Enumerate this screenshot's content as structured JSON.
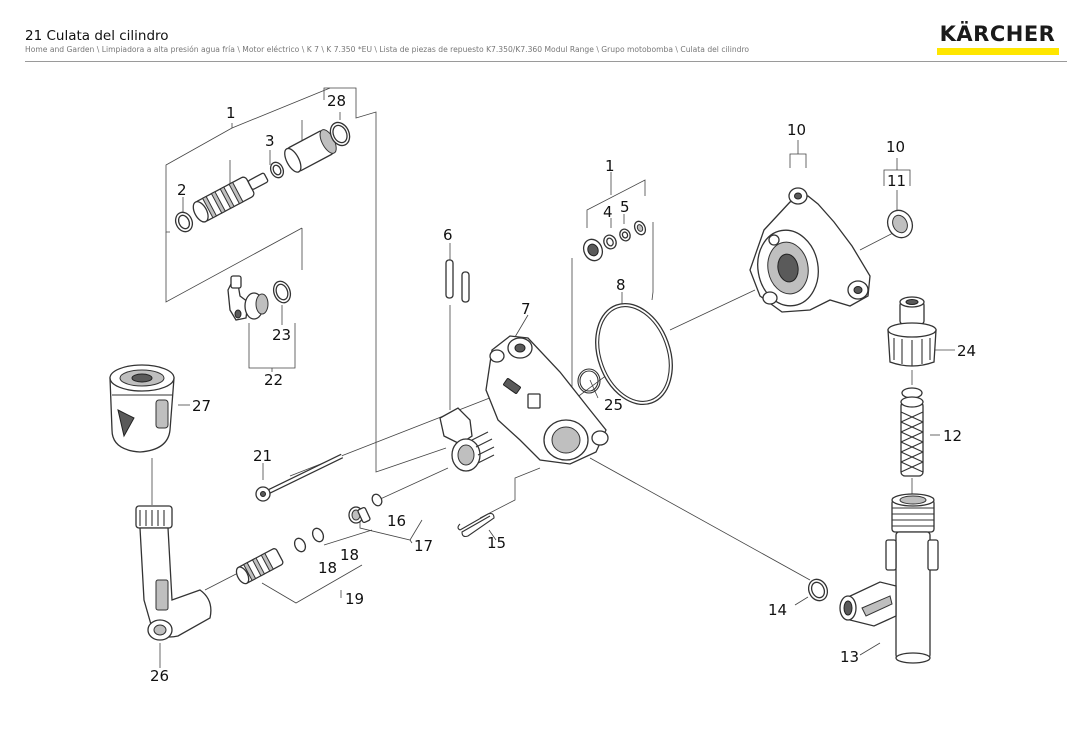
{
  "header": {
    "title": "21 Culata del cilindro",
    "breadcrumb": "Home and Garden \\ Limpiadora a alta presión agua fría \\ Motor eléctrico \\ K 7 \\ K 7.350 *EU \\ Lista de piezas de repuesto K7.350/K7.360 Modul Range \\ Grupo motobomba \\ Culata del cilindro",
    "brand": "KÄRCHER",
    "brand_color": "#ffe600"
  },
  "callouts": {
    "c1a": "1",
    "c28": "28",
    "c3": "3",
    "c2": "2",
    "c23": "23",
    "c22": "22",
    "c27": "27",
    "c26": "26",
    "c21": "21",
    "c6": "6",
    "c7": "7",
    "c16": "16",
    "c17": "17",
    "c18a": "18",
    "c18b": "18",
    "c19": "19",
    "c15": "15",
    "c1b": "1",
    "c4": "4",
    "c5": "5",
    "c8": "8",
    "c25": "25",
    "c10a": "10",
    "c10b": "10",
    "c11": "11",
    "c24": "24",
    "c12": "12",
    "c14": "14",
    "c13": "13"
  }
}
